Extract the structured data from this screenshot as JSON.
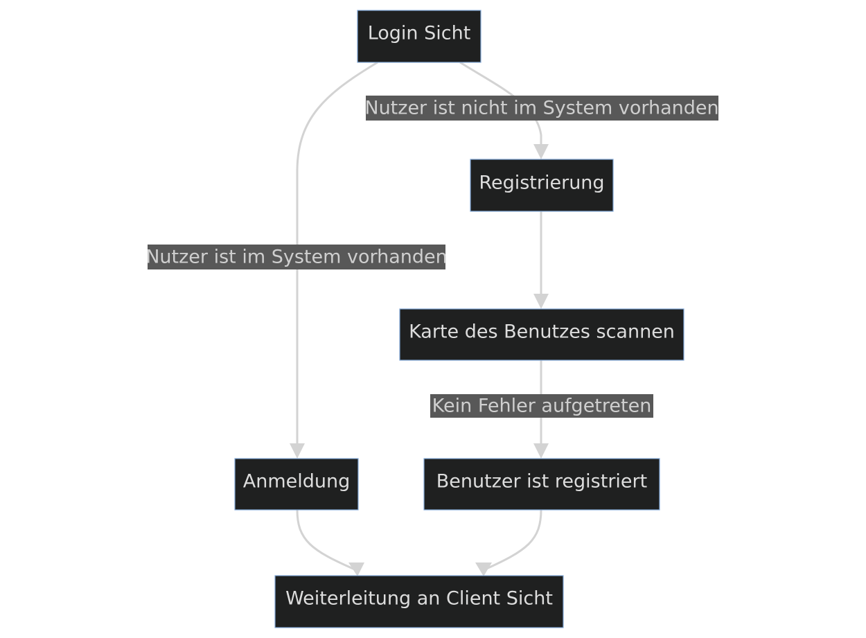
{
  "diagram": {
    "nodes": {
      "login_sicht": "Login Sicht",
      "registrierung": "Registrierung",
      "karte_scannen": "Karte des Benutzes scannen",
      "anmeldung": "Anmeldung",
      "benutzer_registriert": "Benutzer ist registriert",
      "weiterleitung": "Weiterleitung an Client Sicht"
    },
    "edges": {
      "nicht_im_system": "Nutzer ist nicht im System vorhanden",
      "im_system": "Nutzer ist im System vorhanden",
      "kein_fehler": "Kein Fehler aufgetreten"
    }
  },
  "colors": {
    "node_fill": "#1f2020",
    "node_border": "#81a8d8",
    "node_text": "#dddddd",
    "edge": "#d3d3d3",
    "edge_label_bg": "#585858",
    "edge_label_text": "#cfcfcf"
  }
}
